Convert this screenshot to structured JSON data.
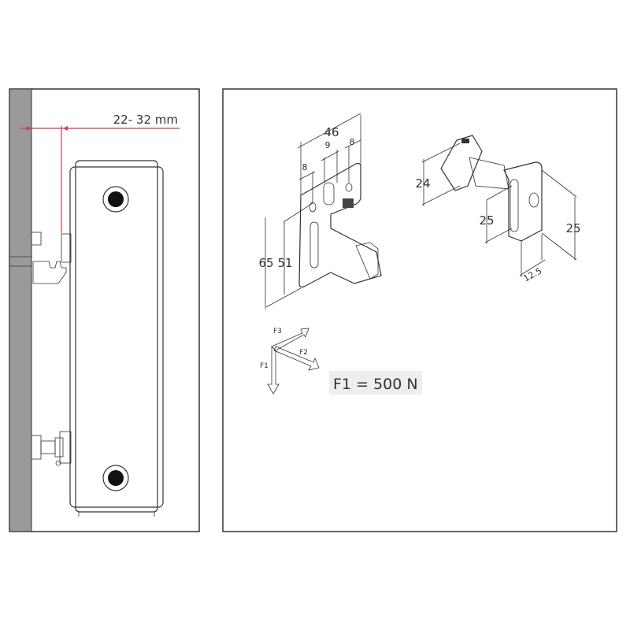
{
  "left_panel": {
    "gap_dimension": "22- 32 mm",
    "colors": {
      "wall": "#9a9a9a",
      "bracket": "#d7e3ee",
      "dimension": "#d6384a"
    }
  },
  "right_panel": {
    "wall_bracket": {
      "width_total": "46",
      "slot_width": "9",
      "hole_right": "8",
      "hole_left": "8",
      "height_total": "65",
      "height_hole": "51"
    },
    "spacer": {
      "nut_size": "24",
      "slot_height": "25",
      "plate_height": "25",
      "plate_depth": "12.5"
    },
    "forces": {
      "f1": "F1",
      "f2": "F2",
      "f3": "F3",
      "load_rating": "F1 = 500 N"
    }
  }
}
